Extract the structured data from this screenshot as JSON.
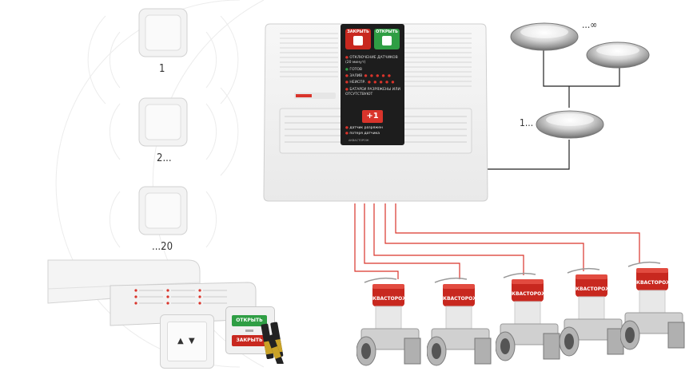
{
  "sensors": {
    "labels": [
      "1",
      "2...",
      "...20"
    ]
  },
  "controller": {
    "close_label": "ЗАКРЫТЬ",
    "open_label": "ОТКРЫТЬ",
    "menu": [
      "ОТКЛЮЧЕНИЕ ДАТЧИКОВ (20 минут)",
      "ГОТОВ",
      "ЗАЛИВ",
      "НЕИСПР.",
      "БАТАРЕИ РАЗРЯЖЕНЫ ИЛИ ОТСУТСТВУЮТ"
    ],
    "expansion_badge": "+1",
    "expansion_notes": [
      "датчик разряжен",
      "потеря датчика",
      "АКВАСТОРОЖ"
    ]
  },
  "water_sensors": {
    "label_first": "1...",
    "label_more": "...∞"
  },
  "valves": {
    "brand": "АКВАСТОРОЖ",
    "count": 5
  },
  "remote": {
    "open_label": "ОТКРЫТЬ",
    "close_label": "ЗАКРЫТЬ"
  },
  "colors": {
    "wire_red": "#d9342b",
    "wire_black": "#222222",
    "close_red": "#c8281f",
    "open_green": "#2f9e44"
  }
}
